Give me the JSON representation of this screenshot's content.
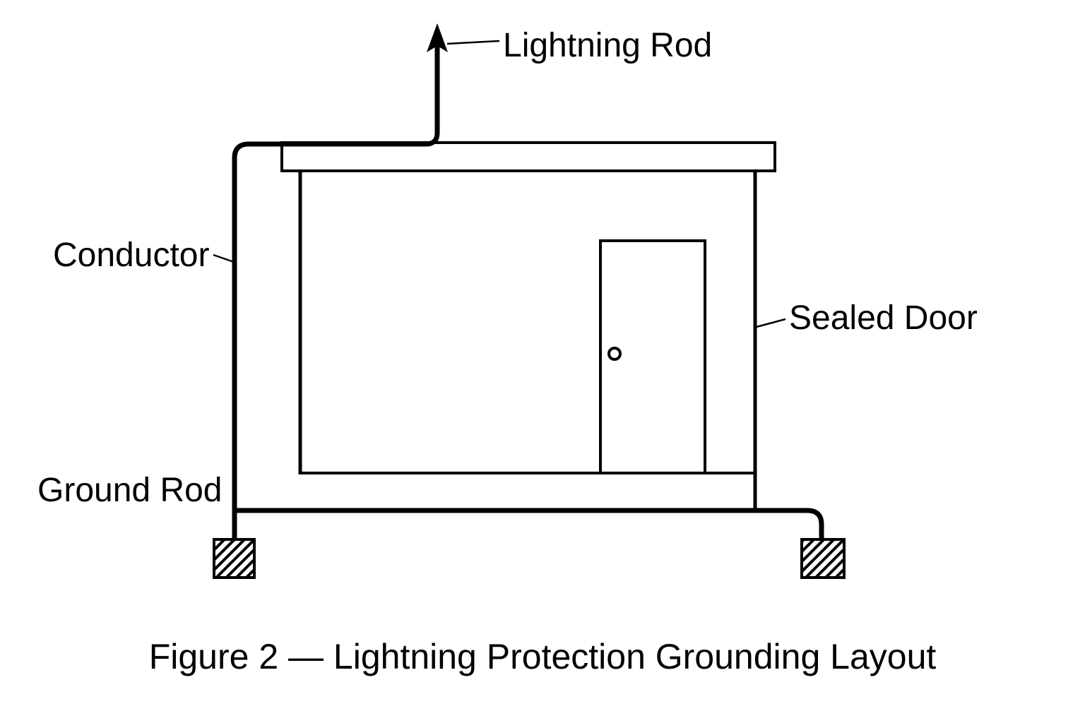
{
  "figure": {
    "type": "technical-line-diagram",
    "caption": "Figure 2 — Lightning Protection Grounding Layout",
    "background_color": "#ffffff",
    "ink_color": "#000000"
  },
  "labels": {
    "lightning_rod": "Lightning Rod",
    "conductor": "Conductor",
    "sealed_door": "Sealed Door",
    "ground_rod": "Ground Rod"
  }
}
